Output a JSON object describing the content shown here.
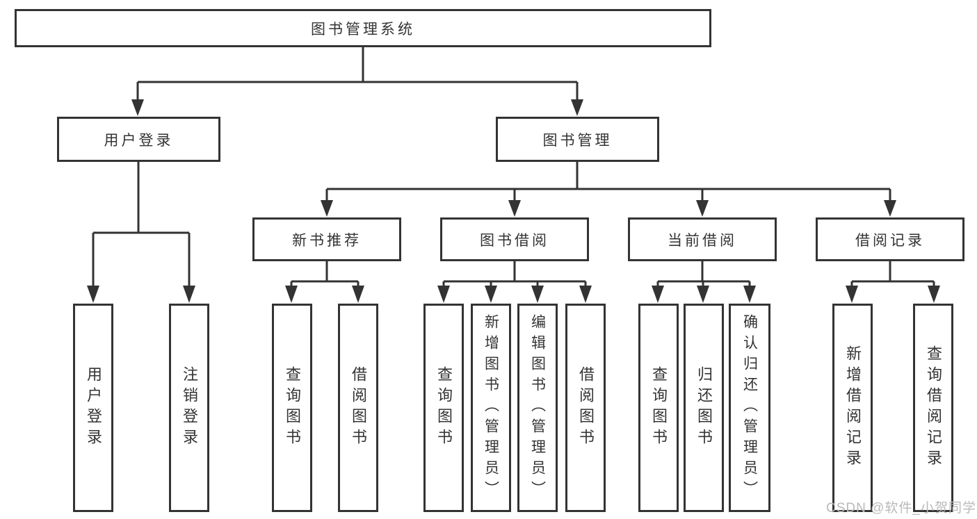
{
  "tree": {
    "label": "图书管理系统",
    "children": [
      {
        "label": "用户登录",
        "children": [
          {
            "label": "用户登录"
          },
          {
            "label": "注销登录"
          }
        ]
      },
      {
        "label": "图书管理",
        "children": [
          {
            "label": "新书推荐",
            "children": [
              {
                "label": "查询图书"
              },
              {
                "label": "借阅图书"
              }
            ]
          },
          {
            "label": "图书借阅",
            "children": [
              {
                "label": "查询图书"
              },
              {
                "label": "新增图书（管理员）"
              },
              {
                "label": "编辑图书（管理员）"
              },
              {
                "label": "借阅图书"
              }
            ]
          },
          {
            "label": "当前借阅",
            "children": [
              {
                "label": "查询图书"
              },
              {
                "label": "归还图书"
              },
              {
                "label": "确认归还（管理员）"
              }
            ]
          },
          {
            "label": "借阅记录",
            "children": [
              {
                "label": "新增借阅记录"
              },
              {
                "label": "查询借阅记录"
              }
            ]
          }
        ]
      }
    ]
  },
  "watermark": {
    "text": "CSDN @软件_小贺同学"
  },
  "colors": {
    "background": "#ffffff",
    "box_border": "#333333",
    "line": "#333333",
    "text": "#333333",
    "watermark": "#b9b9b9"
  }
}
